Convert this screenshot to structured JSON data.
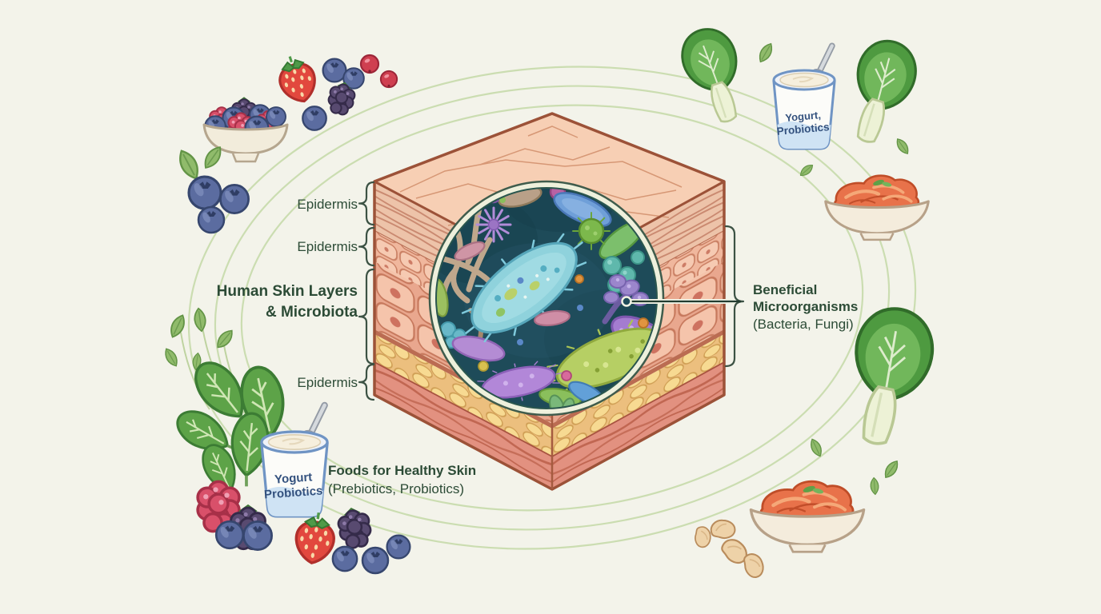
{
  "illustration": {
    "left_labels": {
      "epidermis_1": "Epidermis",
      "epidermis_2": "Epidermis",
      "epidermis_3": "Epidermis"
    },
    "heading": {
      "line1": "Human Skin Layers",
      "line2": "& Microbiota"
    },
    "right_label": {
      "line1": "Beneficial",
      "line2": "Microorganisms",
      "line3": "(Bacteria, Fungi)"
    },
    "foods_label": {
      "line1": "Foods for Healthy Skin",
      "line2": "(Prebiotics, Probiotics)"
    },
    "yogurt_cup_top_right": {
      "line1": "Yogurt,",
      "line2": "Probiotics"
    },
    "yogurt_cup_bottom_left": {
      "line1": "Yogurt",
      "line2": "Probiotics"
    },
    "colors": {
      "background": "#f3f3ea",
      "label_text": "#2c4b36",
      "brace": "#3c5244",
      "connector_green": "#c7dbab",
      "skin_outline": "#9c5238",
      "skin_top": "#f7cfb4",
      "microbiome_bg": "#1e4b59",
      "microbiome_ring": "#eef0dc",
      "yogurt_text": "#33517e"
    },
    "foods": [
      {
        "name": "berry-bowl",
        "position": "top-left"
      },
      {
        "name": "strawberry",
        "position": "top-left"
      },
      {
        "name": "blueberries",
        "position": "top-left"
      },
      {
        "name": "blackberries",
        "position": "top-left"
      },
      {
        "name": "red-currants",
        "position": "top-left"
      },
      {
        "name": "blueberry-cluster",
        "position": "left"
      },
      {
        "name": "spinach-leaves",
        "position": "bottom-left"
      },
      {
        "name": "yogurt-cup",
        "position": "bottom-left"
      },
      {
        "name": "mixed-berries",
        "position": "bottom-left"
      },
      {
        "name": "leafy-greens",
        "position": "top-right"
      },
      {
        "name": "yogurt-cup",
        "position": "top-right"
      },
      {
        "name": "kimchi-bowl",
        "position": "top-right"
      },
      {
        "name": "bok-choy",
        "position": "right"
      },
      {
        "name": "kimchi-bowl",
        "position": "bottom-right"
      },
      {
        "name": "beans",
        "position": "bottom-right"
      }
    ]
  }
}
